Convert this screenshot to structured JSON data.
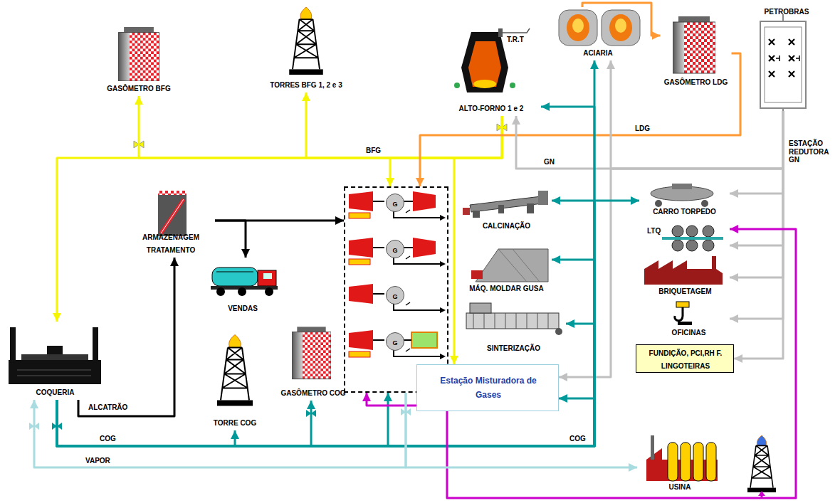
{
  "diagram": {
    "nodes": [
      {
        "text": [
          "GASÔMETRO BFG"
        ]
      },
      {
        "text": [
          "TORRES BFG  1, 2 e 3"
        ]
      },
      {
        "text": [
          "ALTO-FORNO 1 e 2"
        ]
      },
      {
        "text": [
          "ACIARIA"
        ]
      },
      {
        "text": [
          "GASÔMETRO LDG"
        ]
      },
      {
        "text": [
          "PETROBRAS"
        ]
      },
      {
        "text": [
          "ARMAZENAGEM TRATAMENTO"
        ]
      },
      {
        "text": [
          "VENDAS"
        ]
      },
      {
        "text": []
      },
      {
        "text": [
          "G"
        ],
        "in": 8
      },
      {
        "text": [
          "G"
        ],
        "in": 8
      },
      {
        "text": [
          "G"
        ],
        "in": 8
      },
      {
        "text": [
          "G"
        ],
        "in": 8
      },
      {
        "text": [
          "CALCINAÇÃO"
        ]
      },
      {
        "text": [
          "CARRO TORPEDO"
        ]
      },
      {
        "text": [
          "MÁQ. MOLDAR GUSA"
        ]
      },
      {
        "text": [
          "LTQ"
        ]
      },
      {
        "text": [
          "BRIQUETAGEM"
        ]
      },
      {
        "text": [
          "OFICINAS"
        ]
      },
      {
        "text": [
          "COQUERIA"
        ]
      },
      {
        "text": [
          "SINTERIZAÇÃO"
        ]
      },
      {
        "text": [
          "FUNDIÇÃO, PCI,RH F. LINGOTEIRAS"
        ]
      },
      {
        "text": [
          "Estação Misturadora de Gases"
        ]
      },
      {
        "text": [
          "TORRE COG"
        ]
      },
      {
        "text": [
          "GASÔMETRO COG"
        ]
      },
      {
        "text": [
          "USINA"
        ]
      }
    ],
    "edges": [
      {
        "from": 2,
        "to": 0,
        "arrow": "to"
      },
      {
        "from": 2,
        "to": 1,
        "arrow": "to"
      },
      {
        "from": 2,
        "to": 19,
        "arrow": "to"
      },
      {
        "from": 2,
        "to": 8,
        "label": "BFG",
        "arrow": "to"
      },
      {
        "from": 2,
        "to": 22,
        "arrow": "to"
      },
      {
        "from": 3,
        "to": 4,
        "arrow": "to"
      },
      {
        "from": 4,
        "to": 8,
        "label": "LDG",
        "arrow": "to"
      },
      {
        "from": 5,
        "to": 2,
        "label": "GN",
        "arrow": "to"
      },
      {
        "from": 5,
        "to": 3,
        "arrow": "to"
      },
      {
        "from": 5,
        "to": 22,
        "arrow": "to"
      },
      {
        "from": 5,
        "to": 14,
        "arrow": "to"
      },
      {
        "from": 5,
        "to": 16,
        "arrow": "to"
      },
      {
        "from": 5,
        "to": 17,
        "arrow": "to"
      },
      {
        "from": 5,
        "to": 18,
        "arrow": "to"
      },
      {
        "from": 5,
        "to": 21,
        "arrow": "to"
      },
      {
        "from": 19,
        "to": 23,
        "label": "COG",
        "arrow": "to"
      },
      {
        "from": 19,
        "to": 24,
        "arrow": "to"
      },
      {
        "from": 19,
        "to": 8,
        "arrow": "to"
      },
      {
        "from": 19,
        "to": 3,
        "label": "COG",
        "arrow": "to"
      },
      {
        "from": 19,
        "to": 2,
        "arrow": "to"
      },
      {
        "from": 19,
        "to": 13,
        "arrow": "to"
      },
      {
        "from": 19,
        "to": 14,
        "arrow": "to"
      },
      {
        "from": 19,
        "to": 15,
        "arrow": "to"
      },
      {
        "from": 19,
        "to": 20,
        "arrow": "to"
      },
      {
        "from": 19,
        "to": 22,
        "arrow": "to"
      },
      {
        "from": 19,
        "to": 6,
        "label": "ALCATRÃO",
        "arrow": "to"
      },
      {
        "from": 6,
        "to": 8,
        "arrow": "to"
      },
      {
        "from": 6,
        "to": 7,
        "arrow": "to"
      },
      {
        "from": 22,
        "to": 8,
        "arrow": "to"
      },
      {
        "from": 22,
        "to": 16,
        "arrow": "to"
      },
      {
        "from": 8,
        "to": 19,
        "label": "VAPOR",
        "arrow": "to"
      },
      {
        "from": 8,
        "to": 25,
        "arrow": "to"
      }
    ],
    "labels": [
      "T.R.T",
      "ESTAÇÃO REDUTORA GN"
    ]
  }
}
